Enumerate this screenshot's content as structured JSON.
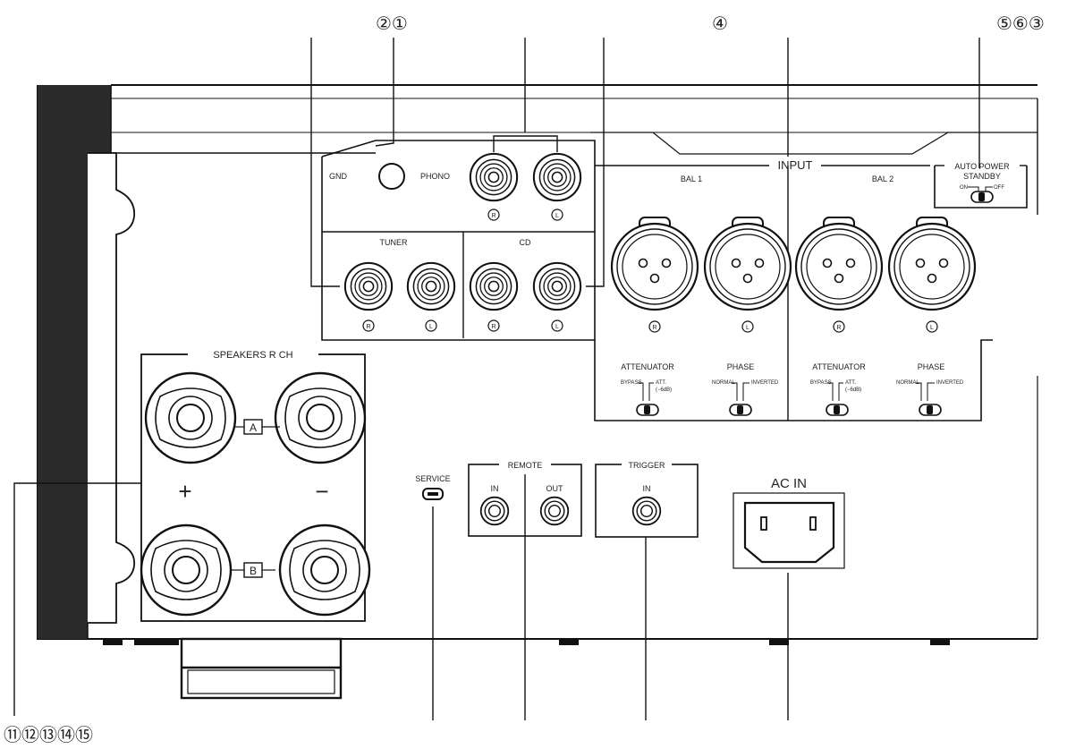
{
  "callouts": {
    "top_2_1": "②①",
    "top_4": "④",
    "top_5_6_3": "⑤⑥③",
    "bottom_11_15": "⑪⑫⑬⑭⑮"
  },
  "labels": {
    "gnd": "GND",
    "phono": "PHONO",
    "input": "INPUT",
    "bal1": "BAL 1",
    "bal2": "BAL 2",
    "auto_power": "AUTO POWER",
    "standby": "STANDBY",
    "on": "ON",
    "off": "OFF",
    "tuner": "TUNER",
    "cd": "CD",
    "r": "R",
    "l": "L",
    "attenuator": "ATTENUATOR",
    "phase": "PHASE",
    "bypass": "BYPASS",
    "att": "ATT.",
    "att_db": "(−6dB)",
    "normal": "NORMAL",
    "inverted": "INVERTED",
    "speakers": "SPEAKERS R CH",
    "a": "A",
    "b": "B",
    "plus": "+",
    "minus": "−",
    "service": "SERVICE",
    "remote": "REMOTE",
    "in": "IN",
    "out": "OUT",
    "trigger": "TRIGGER",
    "ac_in": "AC IN"
  }
}
